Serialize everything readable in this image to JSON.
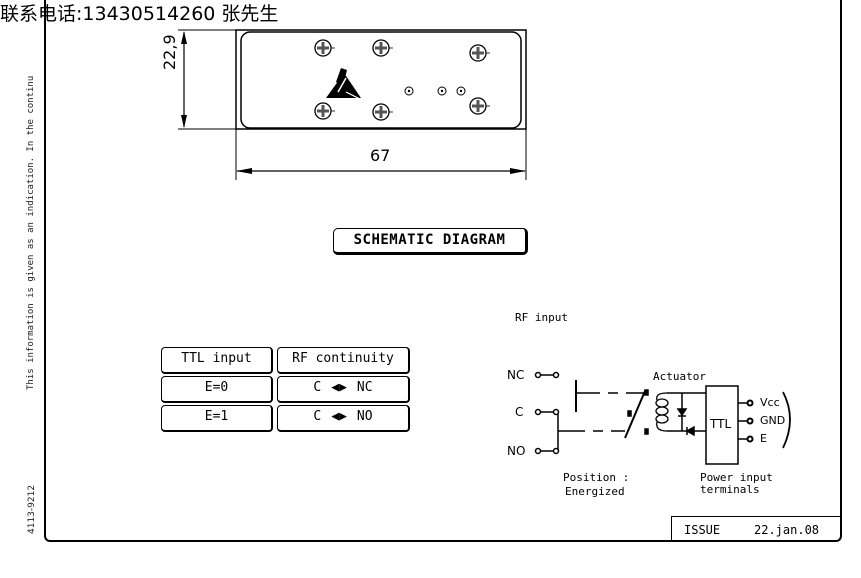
{
  "header": {
    "contact": "联系电话:13430514260 张先生"
  },
  "side_notes": {
    "disclaimer": "This information is given as an indication. In the continu",
    "part_number": "4113-9212"
  },
  "drawing": {
    "dimensions": {
      "height": "22,9",
      "width": "67"
    },
    "title": "SCHEMATIC DIAGRAM"
  },
  "truth_table": {
    "headers": [
      "TTL input",
      "RF continuity"
    ],
    "rows": [
      {
        "input": "E=0",
        "from": "C",
        "arrow": "◀▶",
        "to": "NC"
      },
      {
        "input": "E=1",
        "from": "C",
        "arrow": "◀▶",
        "to": "NO"
      }
    ]
  },
  "schematic": {
    "rf_input_label": "RF input",
    "ports": [
      "NC",
      "C",
      "NO"
    ],
    "actuator_label": "Actuator",
    "ttl_label": "TTL",
    "power_pins": [
      "Vcc",
      "GND",
      "E"
    ],
    "position_label_1": "Position :",
    "position_label_2": "Energized",
    "power_label_1": "Power input",
    "power_label_2": "terminals"
  },
  "title_block": {
    "issue_label": "ISSUE",
    "issue_date": "22.jan.08"
  }
}
